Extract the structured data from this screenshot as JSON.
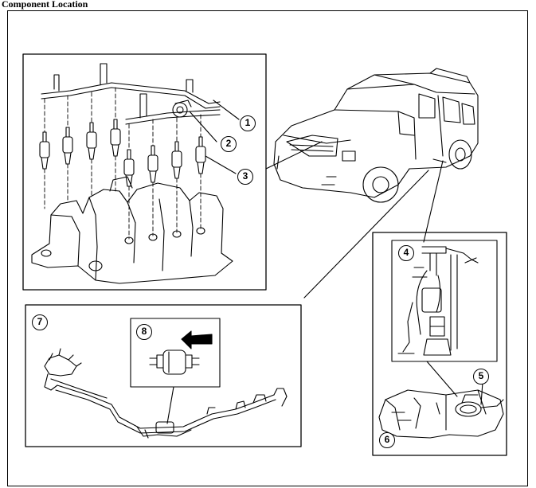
{
  "title": "Component Location",
  "callouts": [
    "1",
    "2",
    "3",
    "4",
    "5",
    "6",
    "7",
    "8"
  ],
  "icons": {
    "vehicle": "suv-vehicle-icon",
    "manifold": "intake-manifold-icon",
    "injectors": "fuel-injector-icon",
    "pump": "fuel-pump-module-icon",
    "tank": "fuel-tank-icon",
    "filter": "fuel-filter-icon",
    "arrow": "flow-arrow-icon"
  }
}
